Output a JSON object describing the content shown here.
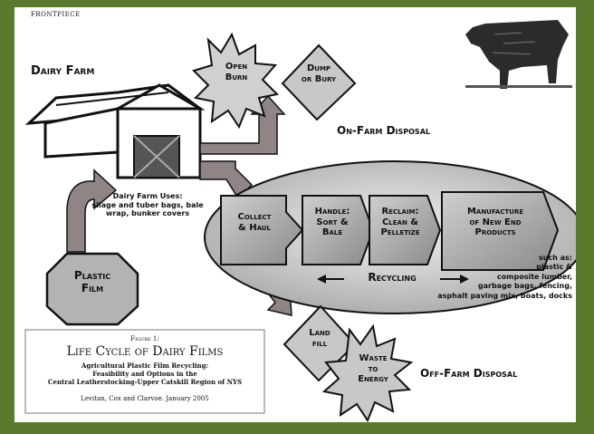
{
  "header_label": "Frontpiece",
  "dairy_farm_label": "Dairy Farm",
  "farm_uses_title": "Dairy Farm Uses:",
  "farm_uses_text": "silage and tuber bags, bale wrap, bunker covers",
  "plastic_film": {
    "line1": "Plastic",
    "line2": "Film"
  },
  "open_burn": {
    "line1": "Open",
    "line2": "Burn"
  },
  "dump_or_bury": {
    "line1": "Dump",
    "line2": "or Bury"
  },
  "on_farm_disposal": "On-Farm Disposal",
  "steps": [
    {
      "line1": "Collect",
      "line2": "& Haul"
    },
    {
      "line1": "Handle:",
      "line2": "Sort &",
      "line3": "Bale"
    },
    {
      "line1": "Reclaim:",
      "line2": "Clean &",
      "line3": "Pelletize"
    },
    {
      "line1": "Manufacture",
      "line2": "of New End",
      "line3": "Products"
    }
  ],
  "recycling_label": "Recycling",
  "such_as": [
    "such as:",
    "plastic &",
    "composite lumber,",
    "garbage bags, fencing,",
    "asphalt paving mix, boats, docks"
  ],
  "land_fill": {
    "line1": "Land",
    "line2": "fill"
  },
  "waste_to_energy": {
    "line1": "Waste",
    "line2": "to",
    "line3": "Energy"
  },
  "off_farm_disposal": "Off-Farm Disposal",
  "caption": {
    "figure": "Figure 1:",
    "title": "Life Cycle of Dairy Films",
    "subtitle1": "Agricultural Plastic Film Recycling:",
    "subtitle2": "Feasibility and Options in the",
    "subtitle3": "Central Leatherstocking-Upper Catskill Region of NYS",
    "authors": "Levitan, Cox and Clarvoe. January 2005"
  },
  "colors": {
    "border": "#5b7a2e",
    "shape_fill": "#b3b3b3",
    "arrow_fill": "#8f8585",
    "outline": "#111111"
  }
}
